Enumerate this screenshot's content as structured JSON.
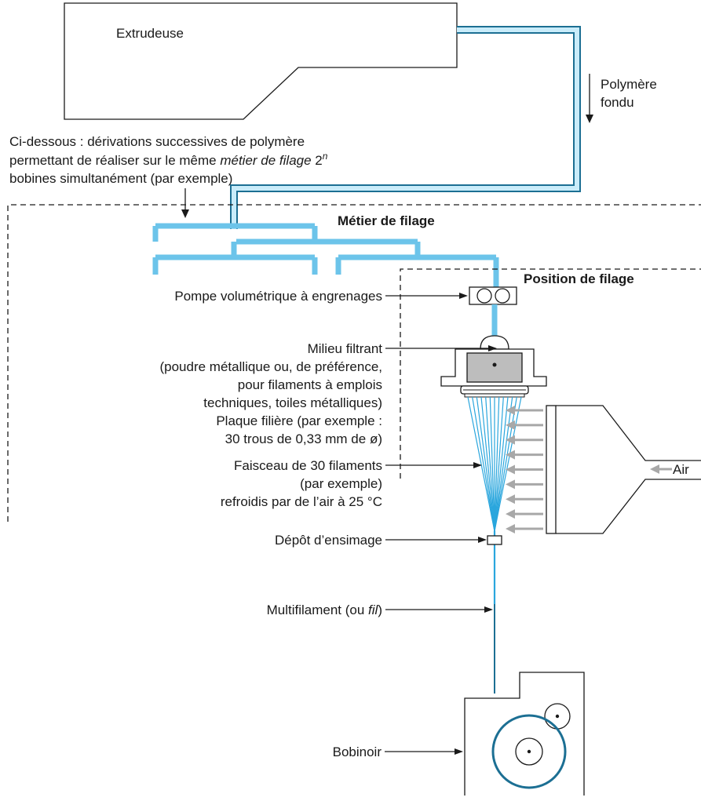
{
  "labels": {
    "extruder": "Extrudeuse",
    "molten_polymer_line1": "Polymère",
    "molten_polymer_line2": "fondu",
    "derivations_line1": "Ci-dessous : dérivations successives de polymère",
    "derivations_line2_a": "permettant de réaliser sur le même ",
    "derivations_line2_b": "métier de filage",
    "derivations_line2_c": " 2",
    "derivations_line2_exp": "n",
    "derivations_line3": "bobines simultanément (par exemple)",
    "spinning_machine": "Métier de filage",
    "spinning_position": "Position de filage",
    "gear_pump": "Pompe volumétrique à engrenages",
    "filter_line1": "Milieu filtrant",
    "filter_line2": "(poudre métallique ou, de préférence,",
    "filter_line3": "pour filaments à emplois",
    "filter_line4": "techniques, toiles métalliques)",
    "spinneret_line1": "Plaque filière (par exemple :",
    "spinneret_line2": "30 trous de 0,33 mm de ø)",
    "bundle_line1": "Faisceau de 30 filaments",
    "bundle_line2": "(par exemple)",
    "bundle_line3": "refroidis par de l’air à 25 °C",
    "air": "Air",
    "sizing": "Dépôt d’ensimage",
    "multifilament_a": "Multifilament (ou ",
    "multifilament_b": "fil",
    "multifilament_c": ")",
    "winder": "Bobinoir"
  },
  "colors": {
    "polymer_light": "#6cc4ea",
    "polymer_dark": "#1c6f93",
    "filament": "#2aa6dd",
    "arrow_grey": "#a8a8a8",
    "filter_grey": "#bdbdbd"
  }
}
